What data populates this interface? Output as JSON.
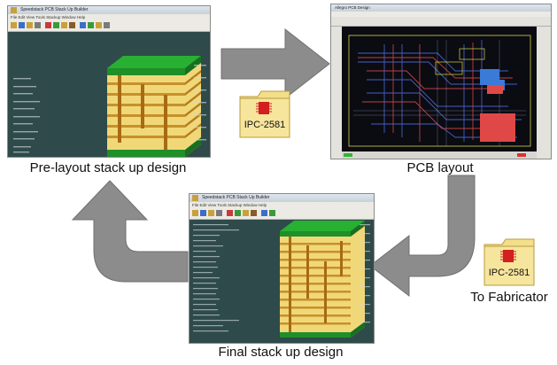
{
  "captions": {
    "prelayout": "Pre-layout stack up design",
    "pcb": "PCB layout",
    "final": "Final stack up design",
    "fabricator": "To Fabricator"
  },
  "folder_label": "IPC-2581",
  "stackup_window": {
    "title": "Speedstack PCB Stack Up Builder",
    "menu": "File  Edit  View  Tools  Stackup  Window  Help"
  },
  "pcb_window": {
    "title": "Allegro PCB Design"
  },
  "colors": {
    "arrow": "#8c8c8c",
    "arrow_edge": "#6f6f6f",
    "folder": "#f3df8a",
    "folder_edge": "#b89b3c",
    "chip": "#d21f1f",
    "stack_green": "#1f9a2a",
    "stack_yellow": "#f0d878",
    "stack_copper": "#c8902a",
    "window_bg": "#2f4a4a"
  },
  "icons": [
    "arrow-right-icon",
    "arrow-down-left-icon",
    "arrow-up-left-icon",
    "folder-icon",
    "chip-icon"
  ]
}
